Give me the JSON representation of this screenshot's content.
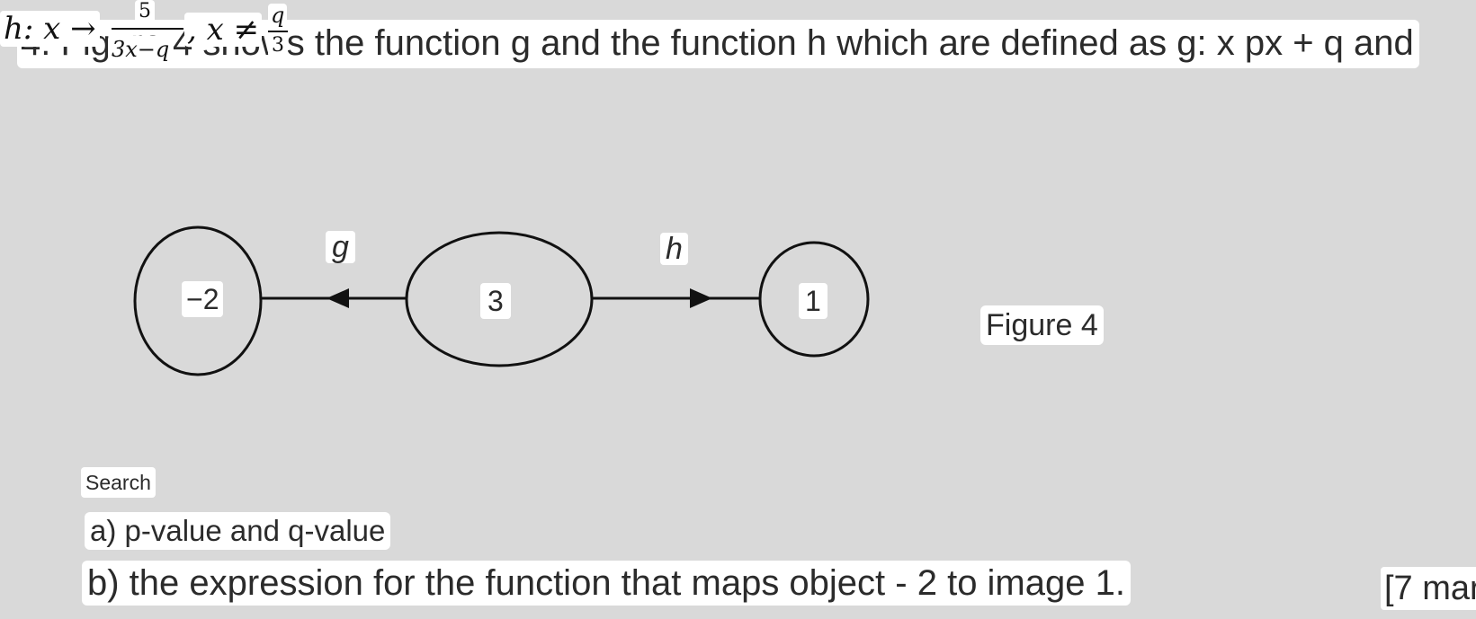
{
  "question": {
    "title": "4. Figure 4 shows the function g and the function h which are defined as g: x px + q and"
  },
  "formula": {
    "h_lhs": "h: x →",
    "h_num": "5",
    "h_den": "3x−q",
    "h_cond": ", x ≠",
    "cond_num": "q",
    "cond_den": "3"
  },
  "diagram": {
    "left_value": "−2",
    "middle_value": "3",
    "right_value": "1",
    "g_label": "g",
    "h_label": "h",
    "caption": "Figure 4"
  },
  "search": {
    "label": "Search"
  },
  "parts": {
    "a": "a) p-value and q-value",
    "b": "b) the expression for the function that maps object - 2 to image 1."
  },
  "marks": "[7 mar"
}
